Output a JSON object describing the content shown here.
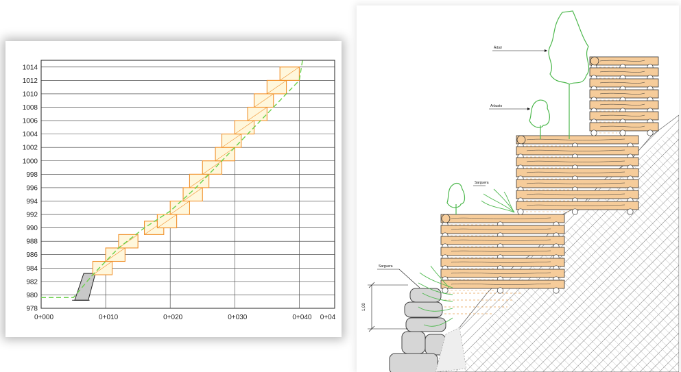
{
  "chart_data": {
    "type": "line",
    "title": "",
    "xlabel": "",
    "ylabel": "",
    "y_ticks": [
      "1014",
      "1012",
      "1010",
      "1008",
      "1006",
      "1004",
      "1002",
      "1000",
      "998",
      "996",
      "994",
      "992",
      "990",
      "988",
      "986",
      "984",
      "982",
      "980",
      "978"
    ],
    "x_ticks": [
      "0+000",
      "0+010",
      "0+020",
      "0+030",
      "0+040",
      "0+04"
    ],
    "ylim": [
      978,
      1015
    ],
    "xlim": [
      0,
      44
    ],
    "grid": true,
    "colors": {
      "ground": "#6ad04a",
      "wall_fill": "#fff7dc",
      "wall_stroke": "#f0902a",
      "base_block": "#c8c8c8"
    },
    "series": [
      {
        "values": [
          [
            0,
            979.6
          ],
          [
            5,
            979.6
          ],
          [
            8,
            983
          ],
          [
            12,
            987
          ],
          [
            16,
            990
          ],
          [
            20,
            992.5
          ],
          [
            24,
            996
          ],
          [
            28,
            1000
          ],
          [
            32,
            1004
          ],
          [
            36,
            1008
          ],
          [
            40,
            1012
          ],
          [
            40.5,
            1015
          ]
        ]
      }
    ]
  },
  "section": {
    "labels": {
      "tree": "Árbol",
      "shrub": "Arbusto",
      "bush_upper": "Sarguera",
      "bush_lower": "Sarguera",
      "dimension": "1,00"
    },
    "colors": {
      "log": "#f6cc9a",
      "log_stroke": "#333333",
      "plant": "#4db84d",
      "soil": "#555555"
    }
  }
}
